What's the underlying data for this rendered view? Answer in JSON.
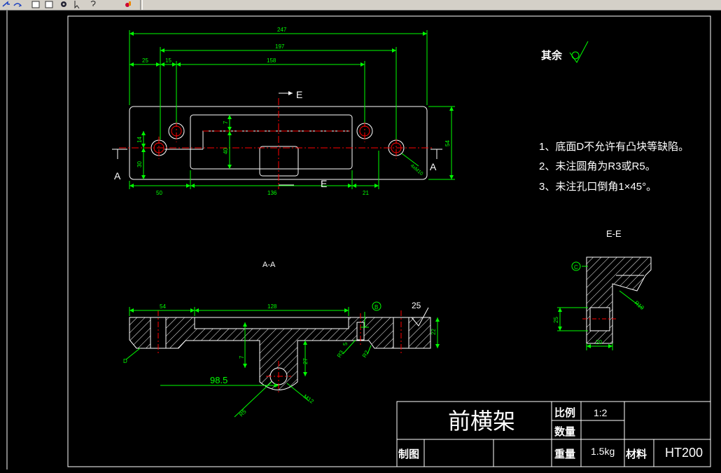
{
  "toolbar": {
    "icons": [
      "redo-icon",
      "redo-arrow-icon",
      "window-icon",
      "window-icon",
      "gear-icon",
      "pointer-icon",
      "help-icon",
      "paint-icon"
    ]
  },
  "colors": {
    "background": "#000000",
    "lines": "#ffffff",
    "dimensions": "#00ff00",
    "centerlines": "#ff0000",
    "hatch": "#ffffff"
  },
  "drawing": {
    "top_view": {
      "dims": {
        "d247": "247",
        "d197": "197",
        "d25": "25",
        "d15": "15",
        "d158": "158",
        "d7": "7",
        "d40": "40",
        "d14": "14",
        "d30": "30",
        "d54": "54",
        "d50": "50",
        "d136": "136",
        "d21": "21",
        "hole": "4xM10"
      },
      "section_marks": {
        "a_left": "A",
        "a_right": "A",
        "e_top": "E",
        "e_bottom": "E"
      }
    },
    "section_aa": {
      "title": "A-A",
      "dims": {
        "d54": "54",
        "d128": "128",
        "d985": "98.5",
        "d27": "27",
        "d7": "7",
        "d22": "22",
        "d5": "5",
        "r5": "R5",
        "r3": "R3",
        "r2": "R2",
        "m12": "M12",
        "d": "D"
      },
      "roughness": "25",
      "datum_b": "B"
    },
    "section_ee": {
      "title": "E-E",
      "dims": {
        "d20": "20",
        "d25": "25",
        "r10": "R10"
      },
      "datum_c": "C"
    },
    "roughness_note": {
      "label": "其余"
    },
    "notes": [
      "1、底面D不允许有凸块等缺陷。",
      "2、未注圆角为R3或R5。",
      "3、未注孔口倒角1×45°。"
    ]
  },
  "title_block": {
    "part_name": "前横架",
    "scale_label": "比例",
    "scale_value": "1:2",
    "qty_label": "数量",
    "weight_label": "重量",
    "weight_value": "1.5kg",
    "material_label": "材料",
    "material_value": "HT200",
    "drawn_label": "制图"
  }
}
